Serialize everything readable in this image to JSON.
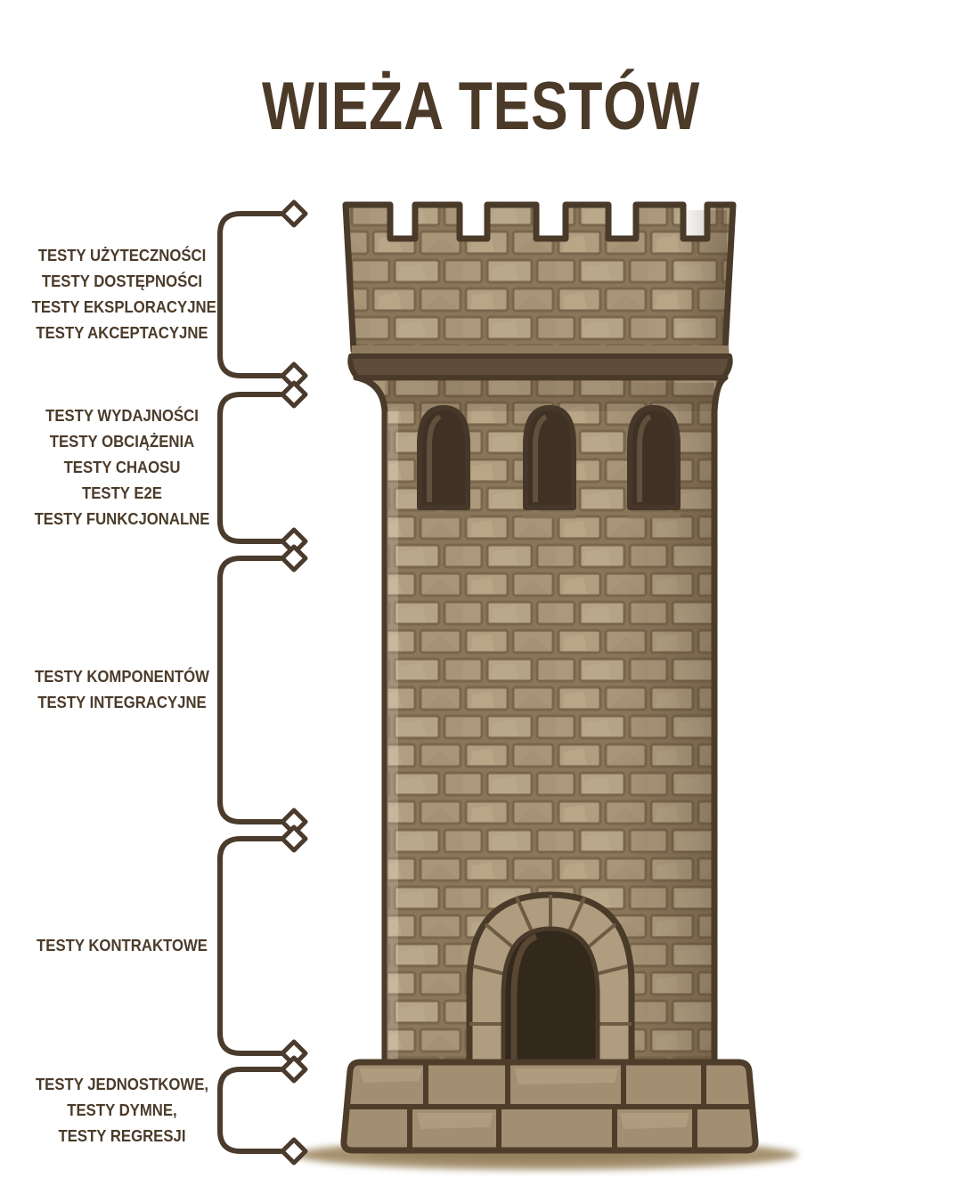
{
  "title": "WIEŻA TESTÓW",
  "levels": [
    {
      "position": "top",
      "lines": [
        "TESTY UŻYTECZNOŚCI",
        "TESTY DOSTĘPNOŚCI",
        "TESTY EKSPLORACYJNE",
        "TESTY AKCEPTACYJNE"
      ]
    },
    {
      "position": "upper",
      "lines": [
        "TESTY WYDAJNOŚCI",
        "TESTY OBCIĄŻENIA",
        "TESTY CHAOSU",
        "TESTY E2E",
        "TESTY FUNKCJONALNE"
      ]
    },
    {
      "position": "middle",
      "lines": [
        "TESTY KOMPONENTÓW",
        "TESTY INTEGRACYJNE"
      ]
    },
    {
      "position": "lower",
      "lines": [
        "TESTY KONTRAKTOWE"
      ]
    },
    {
      "position": "base",
      "lines": [
        "TESTY JEDNOSTKOWE,",
        "TESTY DYMNE,",
        "TESTY REGRESJI"
      ]
    }
  ],
  "icons": {
    "connector_diamond": "◇"
  },
  "colors": {
    "text_brown": "#4b3a28",
    "line_brown": "#4a3b2c",
    "stone_light": "#b3a184",
    "stone_mid": "#a89577",
    "mortar": "#8a7659",
    "outline": "#4a3a29",
    "cornice_dark": "#5d4d39",
    "opening_dark": "#382c1f",
    "ground_shadow": "#a6926f",
    "background": "#ffffff"
  }
}
